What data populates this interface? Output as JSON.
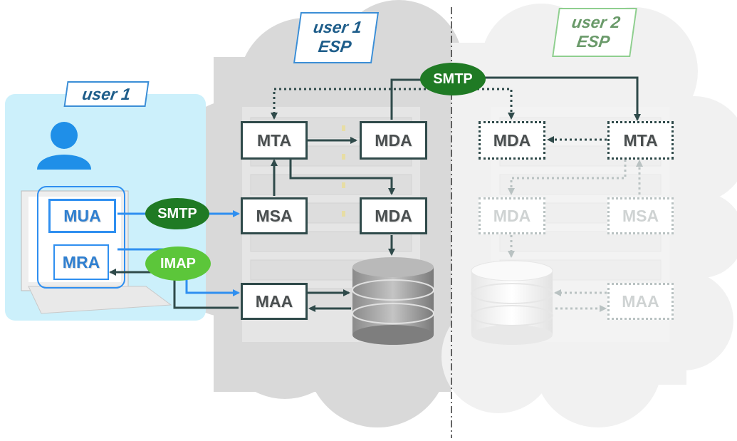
{
  "labels": {
    "user1": "user 1",
    "user1_esp_line1": "user 1",
    "user1_esp_line2": "ESP",
    "user2_esp_line1": "user 2",
    "user2_esp_line2": "ESP"
  },
  "user1_side": {
    "mua": "MUA",
    "mra": "MRA",
    "smtp": "SMTP",
    "imap": "IMAP"
  },
  "esp1": {
    "smtp": "SMTP",
    "mta": "MTA",
    "mda_top": "MDA",
    "msa": "MSA",
    "mda_bottom": "MDA",
    "maa": "MAA"
  },
  "esp2": {
    "mda_top": "MDA",
    "mta": "MTA",
    "mda_faded": "MDA",
    "msa_faded": "MSA",
    "maa_faded": "MAA"
  },
  "colors": {
    "dark_teal": "#2f4a4a",
    "blue": "#2f8ff0",
    "green_dark": "#1f7a24",
    "green_light": "#5cc63a",
    "faded": "#b9c2c2",
    "user_panel": "#ccf0fb"
  }
}
